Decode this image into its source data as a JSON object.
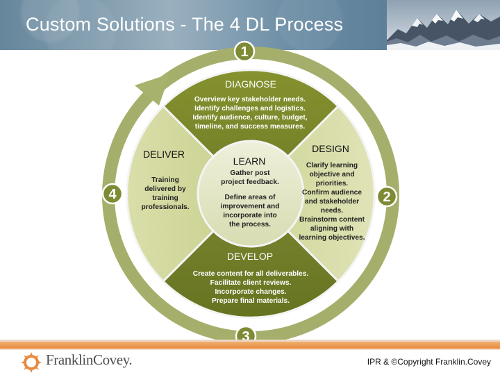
{
  "slide": {
    "title": "Custom Solutions - The 4 DL Process",
    "brand": "FranklinCovey.",
    "copyright": "IPR & ©Copyright Franklin.Covey"
  },
  "process": {
    "diagnose": {
      "number": "1",
      "title": "DIAGNOSE",
      "lines": [
        "Overview key stakeholder needs.",
        "Identify challenges and logistics.",
        "Identify audience, culture, budget,",
        "timeline, and success measures."
      ]
    },
    "design": {
      "number": "2",
      "title": "DESIGN",
      "lines": [
        "Clarify learning",
        "objective and",
        "priorities.",
        "Confirm audience",
        "and stakeholder",
        "needs.",
        "Brainstorm content",
        "aligning with",
        "learning objectives."
      ]
    },
    "develop": {
      "number": "3",
      "title": "DEVELOP",
      "lines": [
        "Create content for all deliverables.",
        "Facilitate client reviews.",
        "Incorporate changes.",
        "Prepare final materials."
      ]
    },
    "deliver": {
      "number": "4",
      "title": "DELIVER",
      "lines": [
        "Training",
        "delivered by",
        "training",
        "professionals."
      ]
    },
    "learn": {
      "title": "LEARN",
      "lines": [
        "Gather post",
        "project  feedback.",
        "Define areas of",
        "improvement and",
        "incorporate into",
        "the process."
      ]
    }
  },
  "colors": {
    "dark_olive": "#7f8b34",
    "mid_olive": "#9fa95a",
    "light_olive": "#d9dda8",
    "pale_olive": "#e5e7c7",
    "ring": "#a8b36a",
    "ring_light": "#bcc588",
    "footer_orange": "#e58a3d"
  },
  "icons": {
    "logo": "franklin-covey-logo-icon"
  }
}
